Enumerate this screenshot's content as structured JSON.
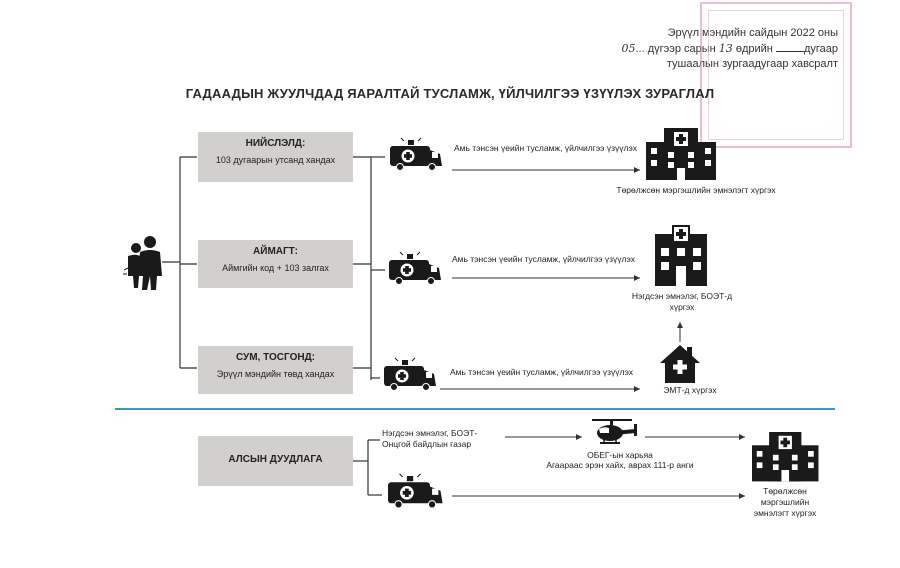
{
  "header": {
    "line1": "Эрүүл мэндийн сайдын 2022 оны",
    "line2_prefix": "05",
    "line2_mid": "... дүгээр сарын",
    "line2_day": "13",
    "line2_suffix": " өдрийн",
    "line2_end": "дугаар",
    "line3": "тушаалын зургаадугаар хавсралт"
  },
  "title": "ГАДААДЫН ЖУУЛЧДАД ЯАРАЛТАЙ ТУСЛАМЖ, ҮЙЛЧИЛГЭЭ ҮЗҮҮЛЭХ ЗУРАГЛАЛ",
  "boxes": {
    "capital": {
      "title": "НИЙСЛЭЛД:",
      "sub": "103 дугаарын утсанд хандах"
    },
    "aimag": {
      "title": "АЙМАГТ:",
      "sub": "Аймгийн код + 103 залгах"
    },
    "soum": {
      "title": "СУМ, ТОСГОНД:",
      "sub": "Эрүүл мэндийн төвд хандах"
    },
    "remote": {
      "title": "АЛСЫН ДУУДЛАГА"
    }
  },
  "rows": {
    "r1": {
      "service": "Амь тэнсэн үеийн тусламж, үйлчилгээ үзүүлэх",
      "dest": "Төрөлжсөн мэргэшлийн эмнэлэгт хүргэх"
    },
    "r2": {
      "service": "Амь тэнсэн үеийн тусламж, үйлчилгээ үзүүлэх",
      "dest": "Нэгдсэн эмнэлэг, БОЭТ-д хүргэх"
    },
    "r3": {
      "service": "Амь тэнсэн үеийн тусламж, үйлчилгээ үзүүлэх",
      "dest": "ЭМТ-д хүргэх"
    }
  },
  "remote": {
    "origin": "Нэгдсэн эмнэлэг, БОЭТ-Онцгой байдлын газар",
    "heli_caption_1": "ОБЕГ-ын харьяа",
    "heli_caption_2": "Агаараас эрэн хайх, аврах 111-р анги",
    "dest": "Төрөлжсөн мэргэшлийн эмнэлэгт хүргэх"
  },
  "icons": [
    "people-icon",
    "ambulance-icon",
    "hospital-icon",
    "helicopter-icon",
    "health-center-icon"
  ],
  "colors": {
    "box": "#d2d0cd",
    "divider": "#2d9bc4",
    "stamp": "#d98b98",
    "line": "#333333"
  }
}
